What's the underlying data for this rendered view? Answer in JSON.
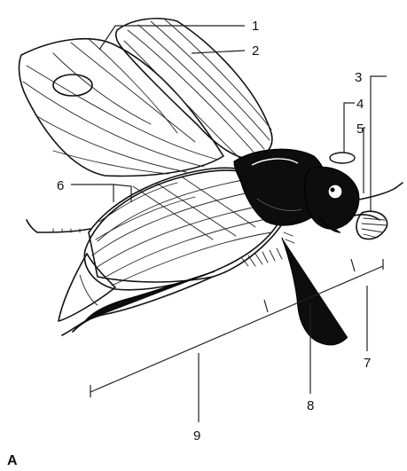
{
  "figure": {
    "panel_label": "A",
    "callouts": [
      {
        "id": 1,
        "text": "1"
      },
      {
        "id": 2,
        "text": "2"
      },
      {
        "id": 3,
        "text": "3"
      },
      {
        "id": 4,
        "text": "4"
      },
      {
        "id": 5,
        "text": "5"
      },
      {
        "id": 6,
        "text": "6"
      },
      {
        "id": 7,
        "text": "7"
      },
      {
        "id": 8,
        "text": "8"
      },
      {
        "id": 9,
        "text": "9"
      }
    ]
  }
}
